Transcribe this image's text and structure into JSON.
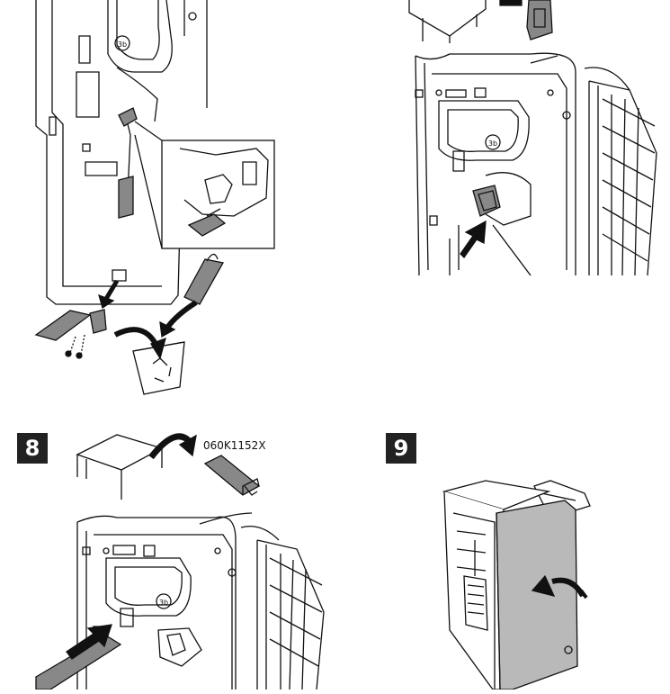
{
  "steps": {
    "step8": {
      "number": "8",
      "part_number": "060K1152X"
    },
    "step9": {
      "number": "9"
    }
  },
  "callouts": {
    "a": "3b",
    "b": "3b",
    "c": "3b"
  },
  "colors": {
    "line": "#111111",
    "part_fill": "#888888",
    "door_fill": "#b9b9b9",
    "arrow_fill": "#111111",
    "badge_fill": "#222222"
  },
  "icons": [
    "recycle-bin-icon",
    "staple-cartridge-icon",
    "arrow-icon"
  ]
}
